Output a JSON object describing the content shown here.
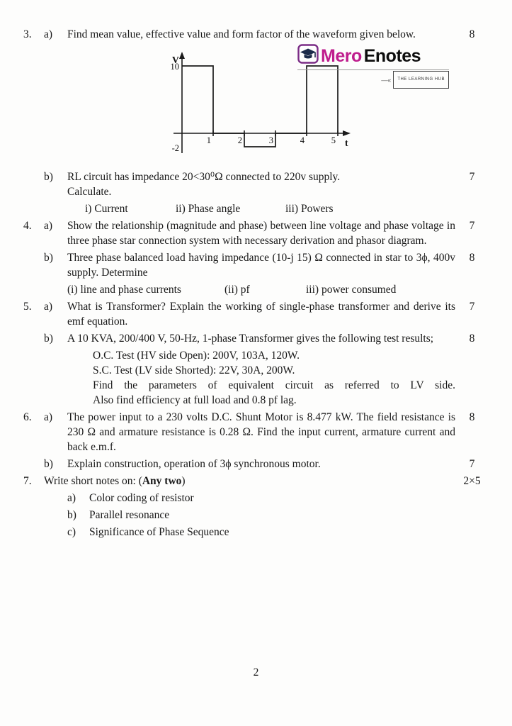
{
  "page": {
    "number": "2"
  },
  "logo": {
    "brand_left": "Mero",
    "brand_right": "Enotes",
    "tagline": "THE LEARNING HUB",
    "brand_color": "#bf1d8d",
    "icon_border_color": "#7b2d86"
  },
  "chart_data": {
    "type": "line",
    "title": "Rectangular waveform for question 3(a)",
    "xlabel": "t",
    "ylabel": "V",
    "x_ticks": [
      1,
      2,
      3,
      4,
      5
    ],
    "y_tick_high": "10",
    "y_tick_low": "-2",
    "ylim": [
      -2,
      10
    ],
    "xlim": [
      0,
      5.5
    ],
    "points": [
      [
        0,
        10
      ],
      [
        1,
        10
      ],
      [
        1,
        0
      ],
      [
        2,
        0
      ],
      [
        2,
        -2
      ],
      [
        3,
        -2
      ],
      [
        3,
        0
      ],
      [
        4,
        0
      ],
      [
        4,
        10
      ],
      [
        5,
        10
      ],
      [
        5,
        0
      ]
    ]
  },
  "questions": {
    "q3": {
      "number": "3.",
      "a": {
        "label": "a)",
        "text": "Find mean value, effective value and form factor of the waveform given below.",
        "marks": "8"
      },
      "b": {
        "label": "b)",
        "line1": "RL circuit has impedance 20<30⁰Ω connected to 220v supply.",
        "line2": "Calculate.",
        "marks": "7",
        "items": [
          "i) Current",
          "ii) Phase angle",
          "iii) Powers"
        ]
      }
    },
    "q4": {
      "number": "4.",
      "a": {
        "label": "a)",
        "text": "Show the relationship (magnitude and phase) between line voltage and phase voltage in three phase star connection system with necessary derivation and phasor diagram.",
        "marks": "7"
      },
      "b": {
        "label": "b)",
        "text": "Three phase balanced load having impedance (10-j 15) Ω connected in star to 3ϕ, 400v supply. Determine",
        "marks": "8",
        "items": [
          "(i) line and phase currents",
          "(ii) pf",
          "iii) power consumed"
        ]
      }
    },
    "q5": {
      "number": "5.",
      "a": {
        "label": "a)",
        "text": "What is Transformer? Explain the working of single-phase transformer and derive its emf equation.",
        "marks": "7"
      },
      "b": {
        "label": "b)",
        "text": "A 10 KVA, 200/400 V, 50-Hz, 1-phase Transformer gives the following test results;",
        "marks": "8",
        "oc_test": "O.C. Test (HV side Open): 200V, 103A, 120W.",
        "sc_test": "S.C. Test (LV side Shorted): 22V, 30A, 200W.",
        "find1": "Find the parameters of equivalent circuit as referred to LV side.",
        "find2": "Also find efficiency at full load and 0.8 pf lag."
      }
    },
    "q6": {
      "number": "6.",
      "a": {
        "label": "a)",
        "text": "The power input to a 230 volts D.C. Shunt Motor is 8.477 kW. The field resistance is 230 Ω and armature resistance is 0.28 Ω. Find the input current, armature current and back e.m.f.",
        "marks": "8"
      },
      "b": {
        "label": "b)",
        "text": "Explain construction, operation of 3ϕ synchronous motor.",
        "marks": "7"
      }
    },
    "q7": {
      "number": "7.",
      "prefix": "Write short notes on: (",
      "bold": "Any two",
      "suffix": ")",
      "marks": "2×5",
      "items": [
        {
          "label": "a)",
          "text": "Color coding of resistor"
        },
        {
          "label": "b)",
          "text": "Parallel resonance"
        },
        {
          "label": "c)",
          "text": "Significance of Phase Sequence"
        }
      ]
    }
  }
}
